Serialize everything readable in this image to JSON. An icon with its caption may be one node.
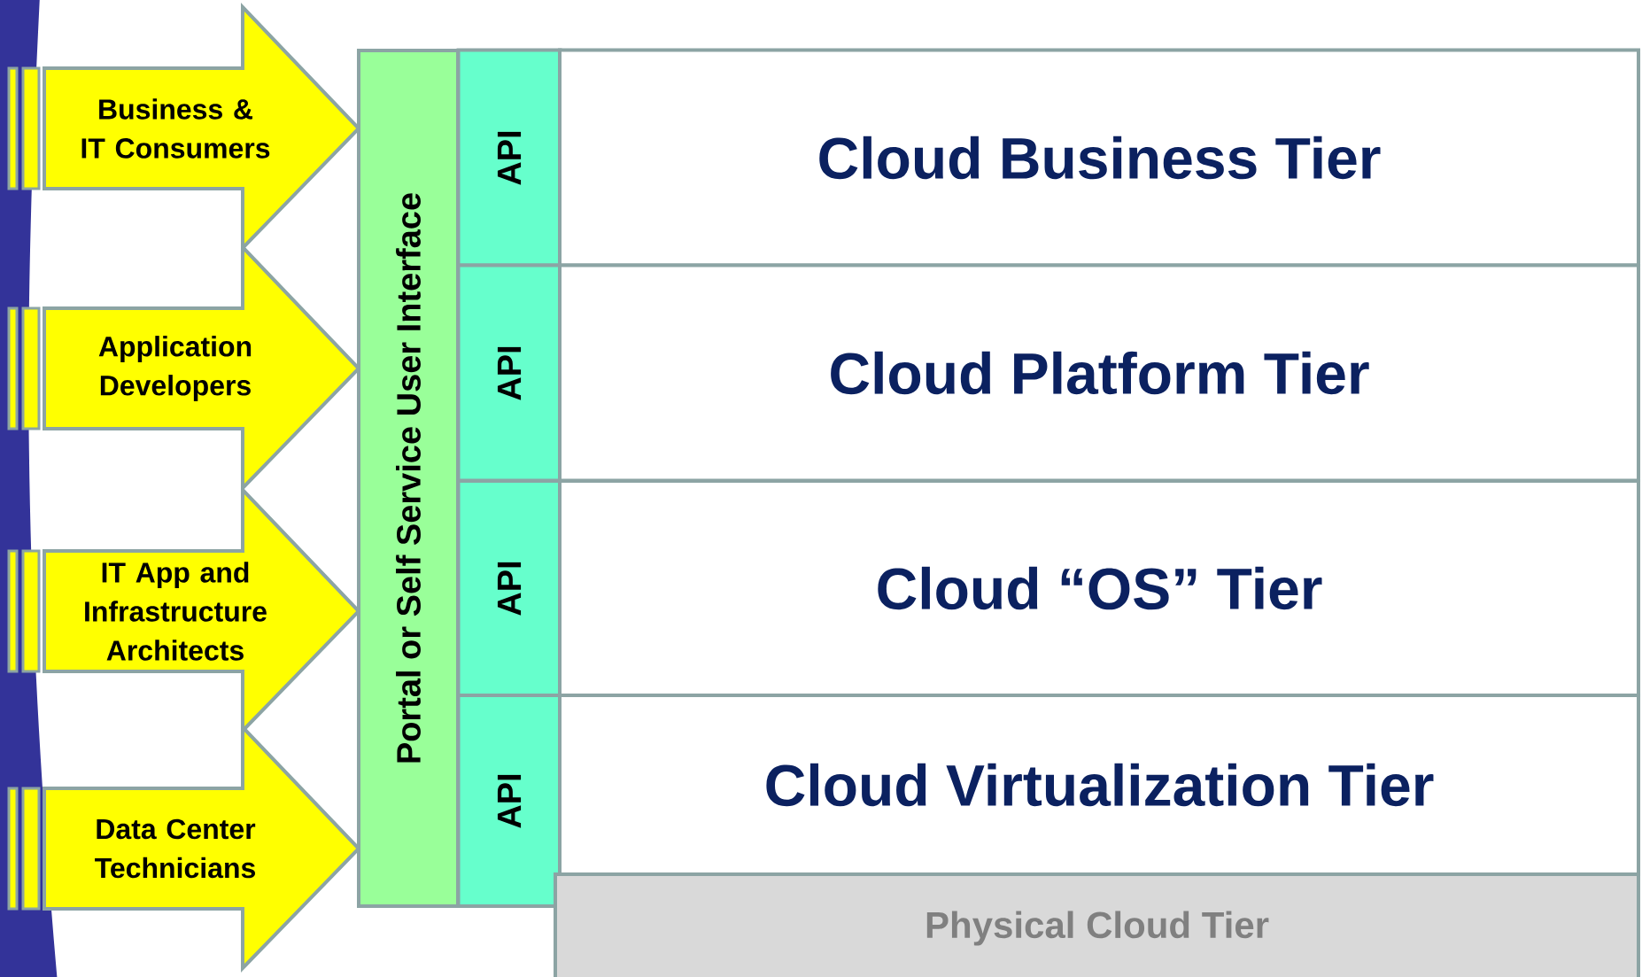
{
  "diagram": {
    "nodes": [
      {
        "text": [
          "Business & IT Consumers"
        ]
      },
      {
        "text": [
          "Application Developers"
        ]
      },
      {
        "text": [
          "IT App and Infrastructure Architects"
        ]
      },
      {
        "text": [
          "Data Center Technicians"
        ]
      },
      {
        "text": [
          "Portal or Self Service User Interface"
        ]
      },
      {
        "text": [
          "API"
        ]
      },
      {
        "text": [
          "API"
        ]
      },
      {
        "text": [
          "API"
        ]
      },
      {
        "text": [
          "API"
        ]
      },
      {
        "text": [
          "Cloud Business Tier"
        ]
      },
      {
        "text": [
          "Cloud Platform Tier"
        ]
      },
      {
        "text": [
          "Cloud “OS” Tier"
        ]
      },
      {
        "text": [
          "Cloud Virtualization Tier"
        ]
      },
      {
        "text": [
          "Physical Cloud Tier"
        ]
      }
    ]
  }
}
